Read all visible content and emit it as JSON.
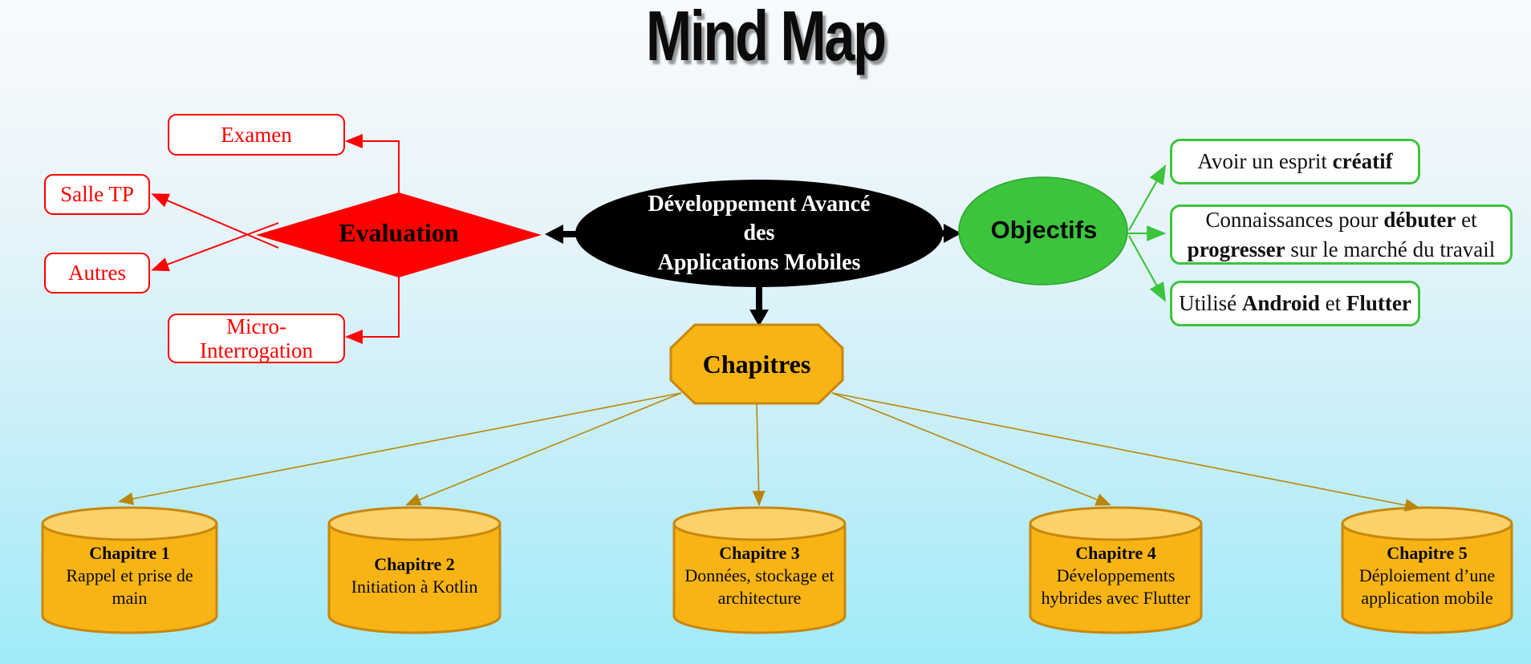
{
  "title": "Mind Map",
  "center": {
    "label": "Développement Avancé\ndes\nApplications Mobiles"
  },
  "evaluation": {
    "label": "Evaluation",
    "items": [
      {
        "label": "Examen"
      },
      {
        "label": "Salle TP"
      },
      {
        "label": "Autres"
      },
      {
        "label": "Micro-Interrogation"
      }
    ]
  },
  "objectifs": {
    "label": "Objectifs",
    "items": [
      {
        "pre": "Avoir un esprit ",
        "bold1": "créatif",
        "mid": "",
        "bold2": "",
        "post": ""
      },
      {
        "pre": "Connaissances pour ",
        "bold1": "débuter",
        "mid": " et ",
        "bold2": "progresser",
        "post": " sur le marché du travail"
      },
      {
        "pre": "Utilisé ",
        "bold1": "Android",
        "mid": " et ",
        "bold2": "Flutter",
        "post": ""
      }
    ]
  },
  "chapitres": {
    "label": "Chapitres"
  },
  "chapters": [
    {
      "title": "Chapitre 1",
      "desc": "Rappel et prise de main"
    },
    {
      "title": "Chapitre 2",
      "desc": "Initiation à Kotlin"
    },
    {
      "title": "Chapitre 3",
      "desc": "Données, stockage et architecture"
    },
    {
      "title": "Chapitre 4",
      "desc": "Développements hybrides avec Flutter"
    },
    {
      "title": "Chapitre 5",
      "desc": "Déploiement d’une application mobile"
    }
  ],
  "colors": {
    "red": "#ff0000",
    "green": "#3dc43d",
    "gold_fill": "#f8b414",
    "gold_light": "#fbd269",
    "gold_border": "#c8870e",
    "bg_top": "#f7fbfd",
    "bg_bottom": "#9febf8",
    "black": "#000000"
  }
}
